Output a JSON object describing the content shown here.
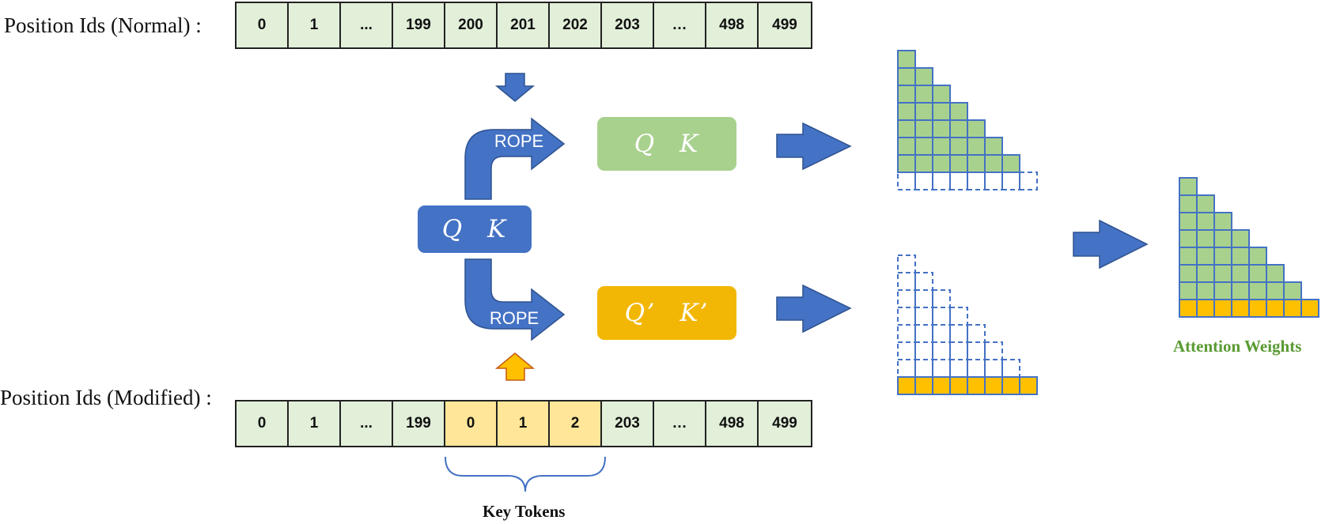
{
  "rows": {
    "normal": {
      "label": "Position Ids (Normal) :",
      "cells": [
        {
          "text": "0",
          "key": false
        },
        {
          "text": "1",
          "key": false
        },
        {
          "text": "...",
          "key": false
        },
        {
          "text": "199",
          "key": false
        },
        {
          "text": "200",
          "key": false
        },
        {
          "text": "201",
          "key": false
        },
        {
          "text": "202",
          "key": false
        },
        {
          "text": "203",
          "key": false
        },
        {
          "text": "…",
          "key": false
        },
        {
          "text": "498",
          "key": false
        },
        {
          "text": "499",
          "key": false
        }
      ]
    },
    "modified": {
      "label": "Position Ids (Modified) :",
      "cells": [
        {
          "text": "0",
          "key": false
        },
        {
          "text": "1",
          "key": false
        },
        {
          "text": "...",
          "key": false
        },
        {
          "text": "199",
          "key": false
        },
        {
          "text": "0",
          "key": true
        },
        {
          "text": "1",
          "key": true
        },
        {
          "text": "2",
          "key": true
        },
        {
          "text": "203",
          "key": false
        },
        {
          "text": "…",
          "key": false
        },
        {
          "text": "498",
          "key": false
        },
        {
          "text": "499",
          "key": false
        }
      ]
    }
  },
  "center_box": {
    "q": "Q",
    "k": "K"
  },
  "top_box": {
    "q": "Q",
    "k": "K"
  },
  "bottom_box": {
    "q": "Q’",
    "k": "K’"
  },
  "rope_top": "ROPE",
  "rope_bottom": "ROPE",
  "key_tokens_label": "Key Tokens",
  "attention_label": "Attention Weights",
  "colors": {
    "blue": "#4472c4",
    "dark_blue_border": "#2f528f",
    "green_box": "#a9d18e",
    "gold_box": "#f2b705",
    "grid_green": "#a9d18e",
    "grid_gold": "#ffc000",
    "green_text": "#5a9a32",
    "up_arrow": "#ffc000",
    "up_arrow_border": "#c55a11"
  }
}
